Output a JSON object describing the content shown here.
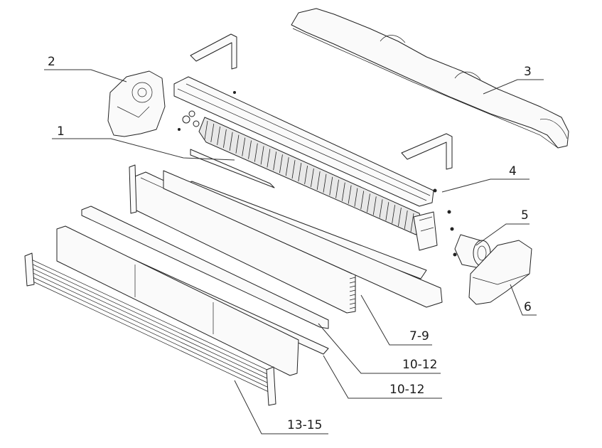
{
  "labels": {
    "p1": "1",
    "p2": "2",
    "p3": "3",
    "p4": "4",
    "p5": "5",
    "p6": "6",
    "p7": "7-9",
    "p10a": "10-12",
    "p10b": "10-12",
    "p13": "13-15"
  }
}
